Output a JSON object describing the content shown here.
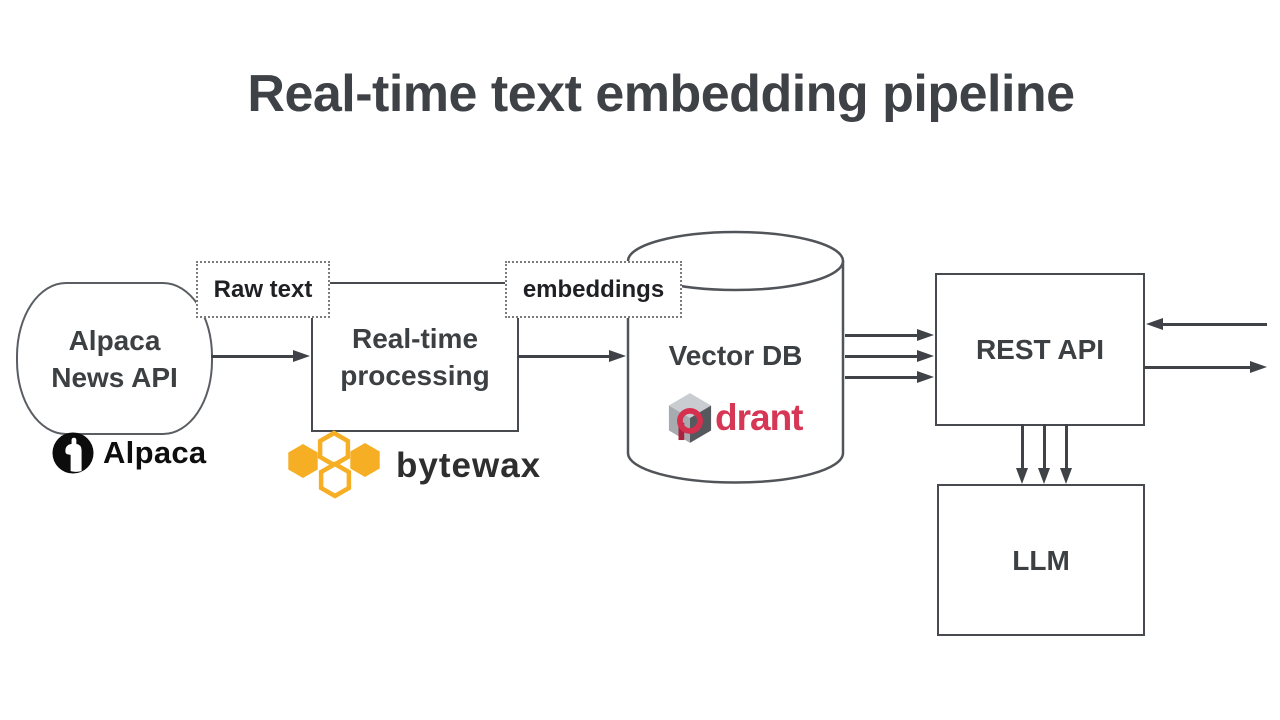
{
  "title": "Real-time text embedding pipeline",
  "nodes": {
    "source": {
      "line1": "Alpaca",
      "line2": "News API"
    },
    "processing": {
      "line1": "Real-time",
      "line2": "processing"
    },
    "vector_db": {
      "label": "Vector DB"
    },
    "rest_api": {
      "label": "REST API"
    },
    "llm": {
      "label": "LLM"
    }
  },
  "flow_labels": {
    "raw_text": "Raw text",
    "embeddings": "embeddings"
  },
  "logos": {
    "alpaca": {
      "text": "Alpaca"
    },
    "bytewax": {
      "text": "bytewax"
    },
    "qdrant": {
      "text": "drant"
    }
  },
  "colors": {
    "ink": "#3C4043",
    "arrow": "#3F4348",
    "bytewax_yellow": "#F6AE24",
    "qdrant_red": "#D63755",
    "logo_black": "#0E0E0E"
  }
}
